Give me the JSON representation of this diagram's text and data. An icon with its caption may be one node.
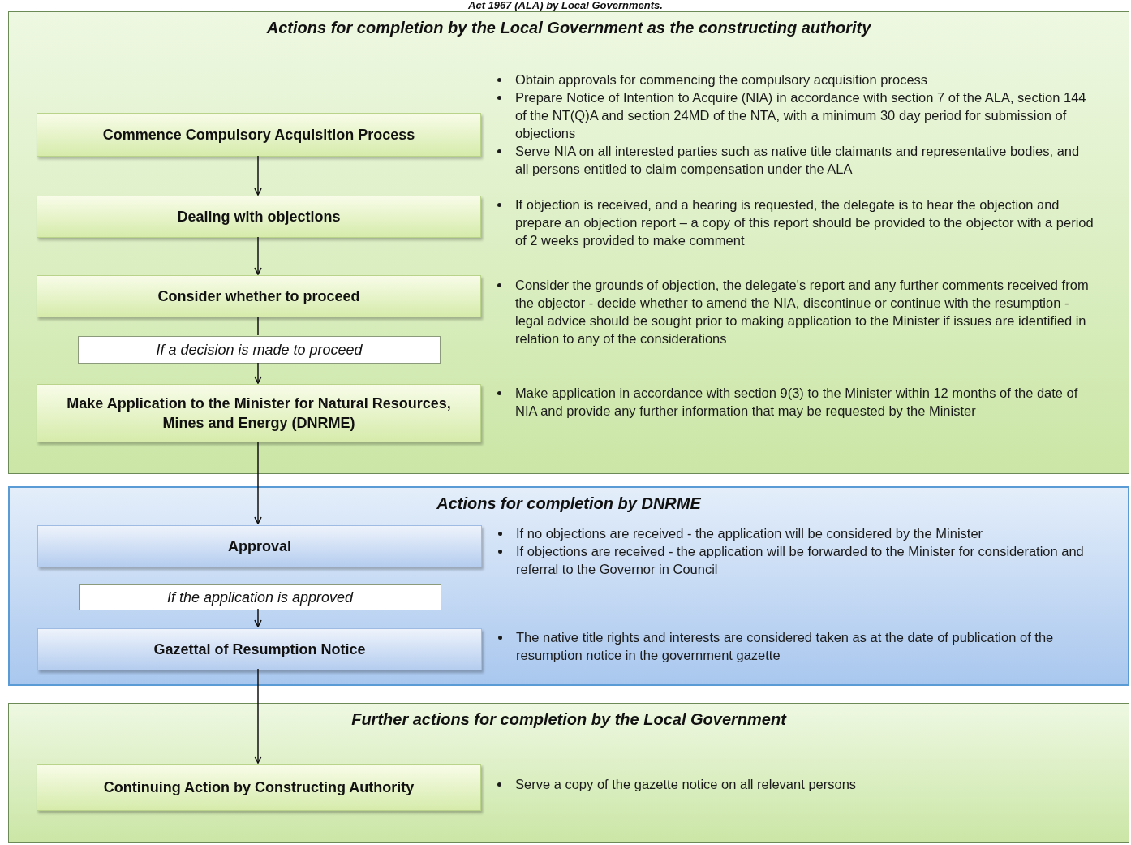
{
  "diagram": {
    "title": "Act 1967 (ALA) by Local Governments.",
    "nodes": [
      {
        "text": [
          "Actions for completion by the Local Government as the constructing authority"
        ]
      },
      {
        "text": [
          "Commence Compulsory Acquisition Process"
        ],
        "in": 0,
        "beside": [
          "Obtain approvals for commencing the compulsory acquisition process",
          "Prepare Notice of Intention to Acquire (NIA) in accordance with section 7 of the ALA, section 144 of the NT(Q)A and section 24MD of the NTA, with a minimum 30 day period for submission of objections",
          "Serve NIA on all interested parties such as native title claimants and representative bodies, and all persons entitled to claim compensation under the ALA"
        ]
      },
      {
        "text": [
          "Dealing with objections"
        ],
        "in": 0,
        "beside": [
          "If objection is received, and a hearing is requested, the delegate is to hear the objection and prepare an objection report – a copy of this report should be provided to the objector with a period of 2 weeks provided to make comment"
        ]
      },
      {
        "text": [
          "Consider whether to proceed"
        ],
        "in": 0,
        "beside": [
          "Consider the grounds of objection, the delegate's report and any further comments received from the objector - decide whether to amend the NIA, discontinue or continue with the resumption - legal advice should be sought prior to making application to the Minister if issues are identified in relation to any of the considerations"
        ]
      },
      {
        "text": [
          "If a decision is made to proceed"
        ],
        "in": 0
      },
      {
        "text": [
          "Make Application to the Minister for Natural Resources, Mines and Energy (DNRME)"
        ],
        "in": 0,
        "beside": [
          "Make application in accordance with section 9(3) to the Minister within 12 months of the date of NIA and provide any further information that may be requested by the Minister"
        ]
      },
      {
        "text": [
          "Actions for completion by DNRME"
        ]
      },
      {
        "text": [
          "Approval"
        ],
        "in": 6,
        "beside": [
          "If no objections are received - the application will be considered by the Minister",
          "If objections are received - the application will be forwarded to the Minister for consideration and referral to the Governor in Council"
        ]
      },
      {
        "text": [
          "If the application is approved"
        ],
        "in": 6
      },
      {
        "text": [
          "Gazettal of Resumption Notice"
        ],
        "in": 6,
        "beside": [
          "The native title rights and interests are considered taken as at the date of publication of the resumption notice in the government gazette"
        ]
      },
      {
        "text": [
          "Further actions for completion by the Local Government"
        ]
      },
      {
        "text": [
          "Continuing Action by Constructing Authority"
        ],
        "in": 10,
        "beside": [
          "Serve a copy of the gazette notice on all relevant persons"
        ]
      }
    ],
    "edges": [
      {
        "from": 1,
        "to": 2,
        "arrow": "to"
      },
      {
        "from": 2,
        "to": 3,
        "arrow": "to"
      },
      {
        "from": 3,
        "to": 4,
        "arrow": "none"
      },
      {
        "from": 4,
        "to": 5,
        "arrow": "to"
      },
      {
        "from": 5,
        "to": 7,
        "arrow": "to"
      },
      {
        "from": 8,
        "to": 9,
        "arrow": "to"
      },
      {
        "from": 9,
        "to": 11,
        "arrow": "to"
      }
    ]
  }
}
